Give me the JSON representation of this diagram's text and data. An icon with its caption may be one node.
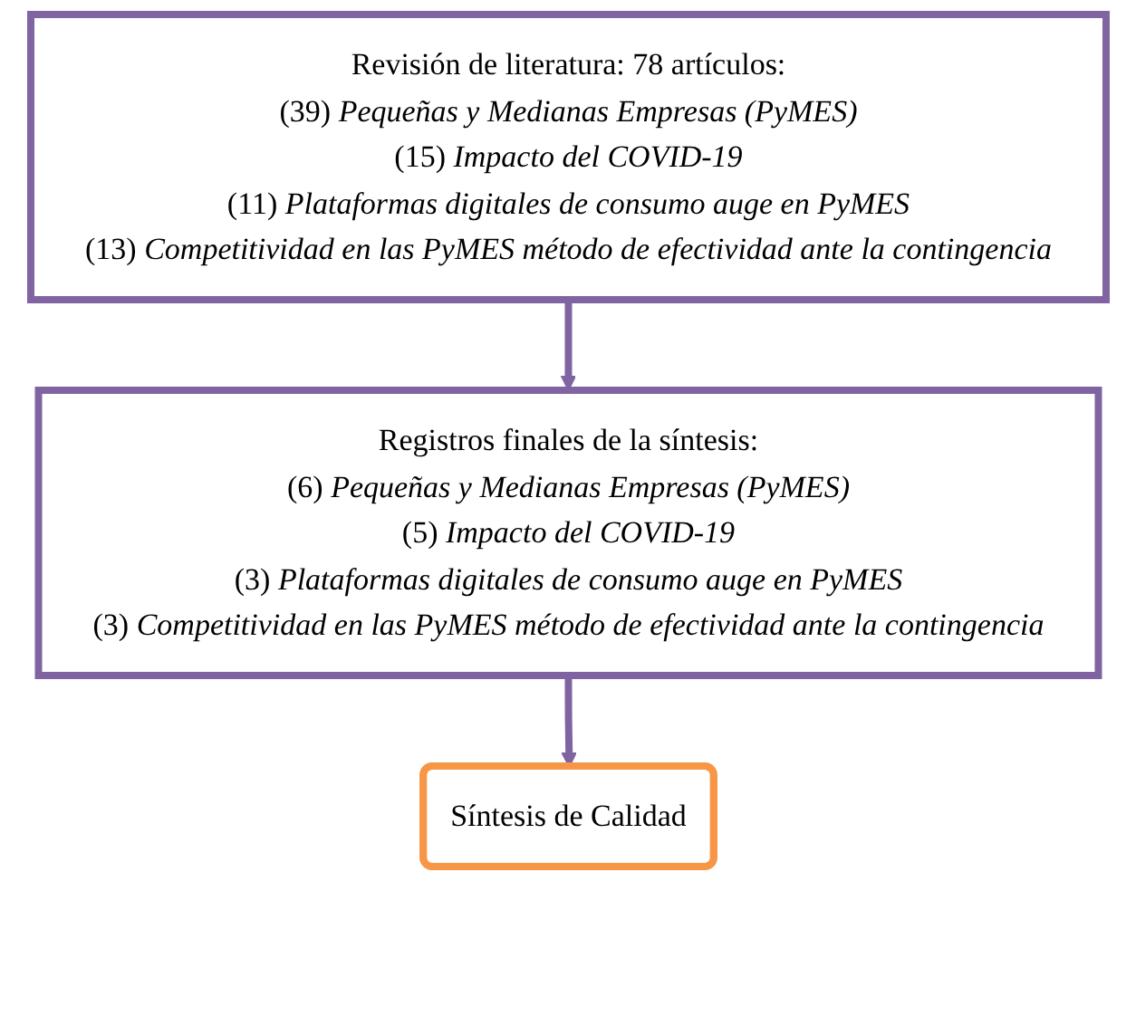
{
  "diagram": {
    "nodes": [
      {
        "text": [
          "Revisión de literatura: 78 artículos:",
          "(39) *Pequeñas y Medianas Empresas (PyMES)*",
          "(15) *Impacto del COVID-19*",
          "(11) *Plataformas digitales de consumo auge en PyMES*",
          "(13) *Competitividad en las PyMES método de efectividad ante la contingencia*"
        ]
      },
      {
        "text": [
          "Registros finales de la síntesis:",
          "(6) *Pequeñas y Medianas Empresas (PyMES)*",
          "(5) *Impacto del COVID-19*",
          "(3) *Plataformas digitales de consumo auge en PyMES*",
          "(3) *Competitividad en las PyMES método de efectividad ante la contingencia*"
        ]
      },
      {
        "text": [
          "Síntesis de Calidad"
        ]
      }
    ],
    "edges": [
      {
        "from": 0,
        "to": 1,
        "arrow": "to"
      },
      {
        "from": 1,
        "to": 2,
        "arrow": "to"
      }
    ]
  }
}
